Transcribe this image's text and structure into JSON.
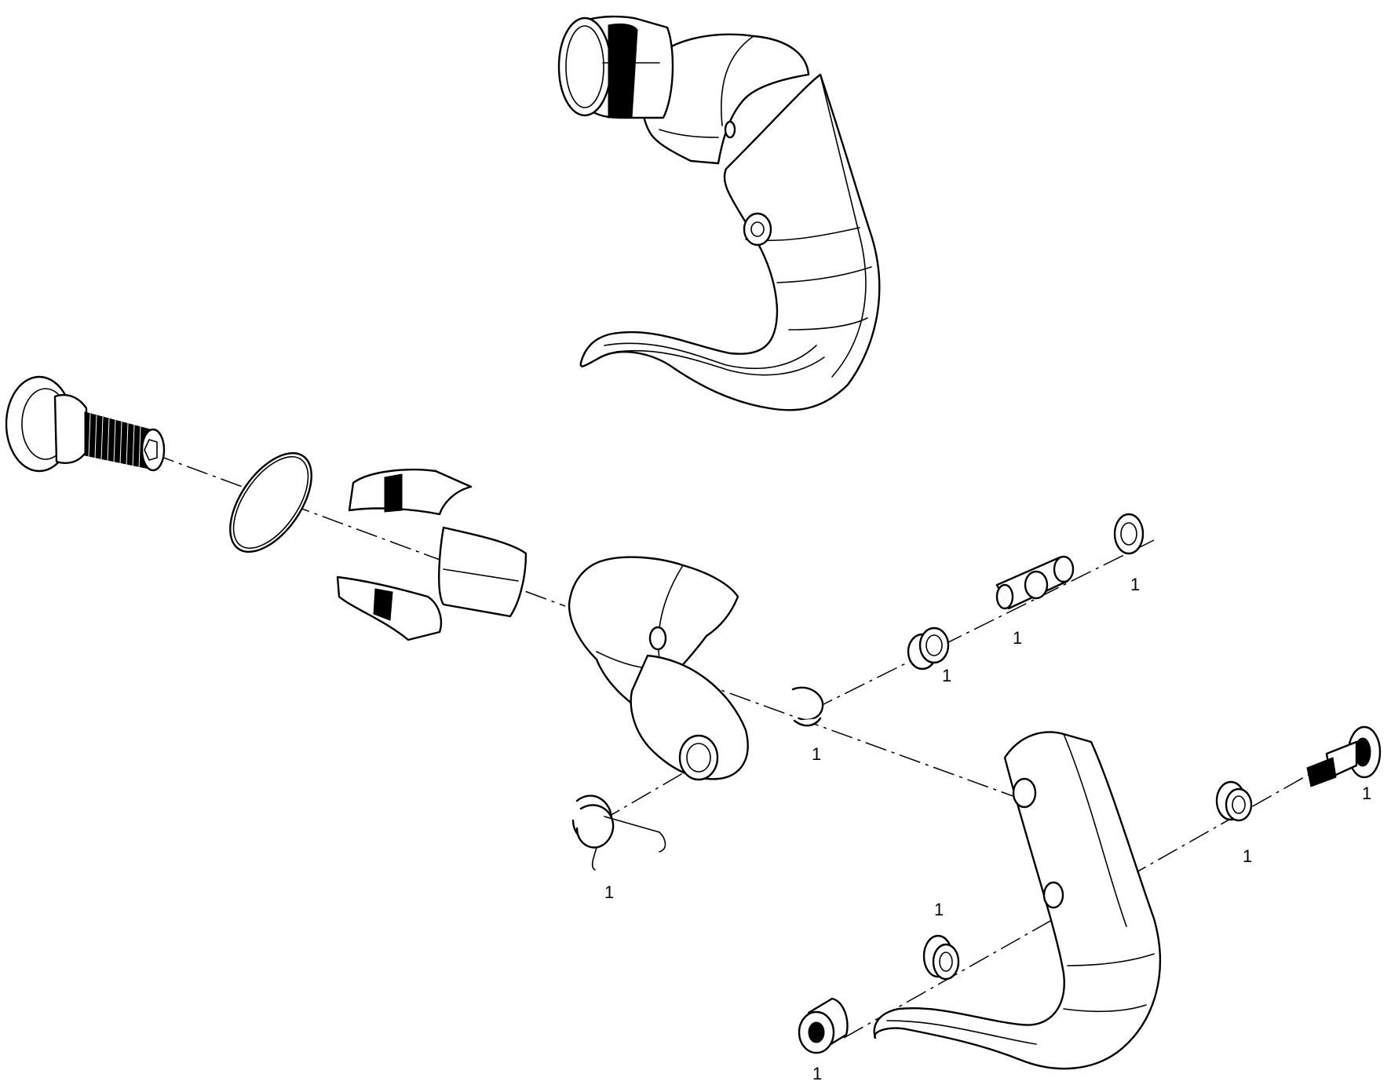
{
  "callouts": {
    "pin_washer_right": "1",
    "pin": "1",
    "bushing": "1",
    "clip": "1",
    "spring": "1",
    "pivot_bolt": "1",
    "flange_bushing_right": "1",
    "flange_bushing_left": "1",
    "sleeve_nut": "1"
  },
  "colors": {
    "line": "#000000",
    "background": "#ffffff"
  }
}
